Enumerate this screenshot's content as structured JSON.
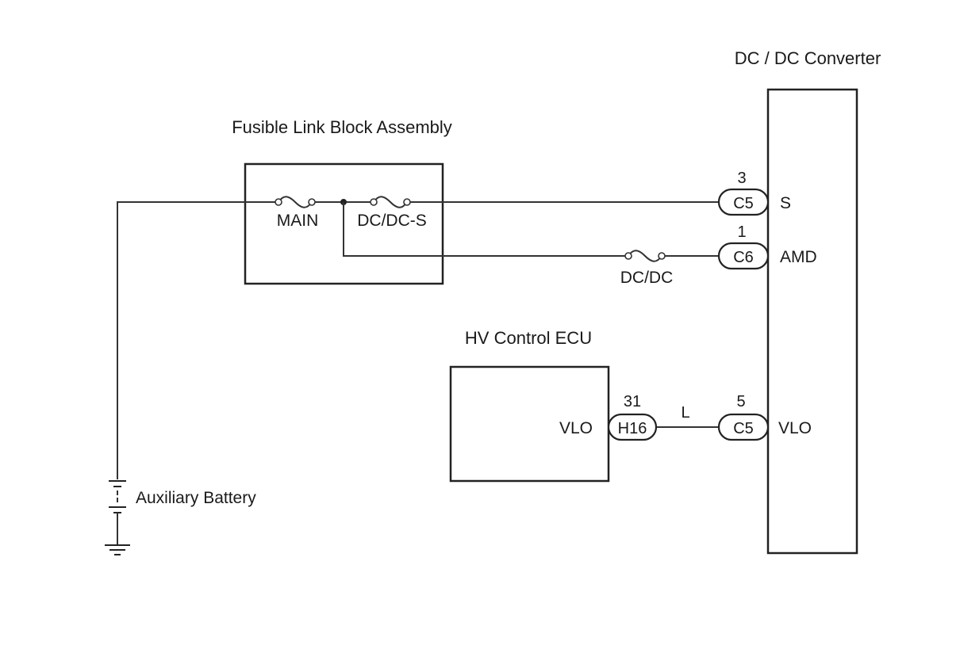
{
  "components": {
    "dcdc_converter": {
      "label": "DC / DC Converter"
    },
    "fusible_link_block": {
      "label": "Fusible Link Block Assembly"
    },
    "hv_control_ecu": {
      "label": "HV Control ECU"
    },
    "auxiliary_battery": {
      "label": "Auxiliary Battery"
    }
  },
  "fuses": {
    "main": "MAIN",
    "dcdc_s": "DC/DC-S",
    "dcdc": "DC/DC"
  },
  "connectors": {
    "c5_s": {
      "code": "C5",
      "pin": "3",
      "terminal": "S"
    },
    "c6_amd": {
      "code": "C6",
      "pin": "1",
      "terminal": "AMD"
    },
    "c5_vlo": {
      "code": "C5",
      "pin": "5",
      "terminal": "VLO"
    },
    "h16_vlo": {
      "code": "H16",
      "pin": "31",
      "terminal": "VLO"
    }
  },
  "wire_color": {
    "vlo_line": "L"
  }
}
